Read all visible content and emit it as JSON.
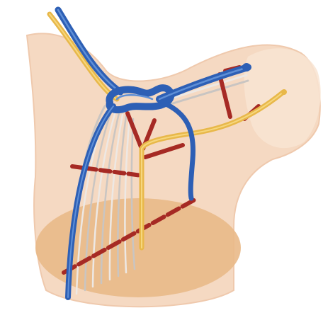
{
  "colors": {
    "background": "#ffffff",
    "skin": "#f5d9c2",
    "skin_edge": "#efc9ad",
    "skin_light": "#f8e4d2",
    "base_ellipse": "#e9b988",
    "vein": "#2d5fb5",
    "vein_highlight": "#5f8fd6",
    "nerve": "#e8b84a",
    "nerve_highlight": "#f6d77e",
    "artery": "#a62a24",
    "fiber": "#c9c5c2",
    "fiber_highlight": "#ede8e4"
  },
  "icons": {
    "vein": "blue-vessel",
    "nerve": "yellow-nerve",
    "artery": "red-perforator",
    "fibers": "grey-fiber-bundle"
  }
}
